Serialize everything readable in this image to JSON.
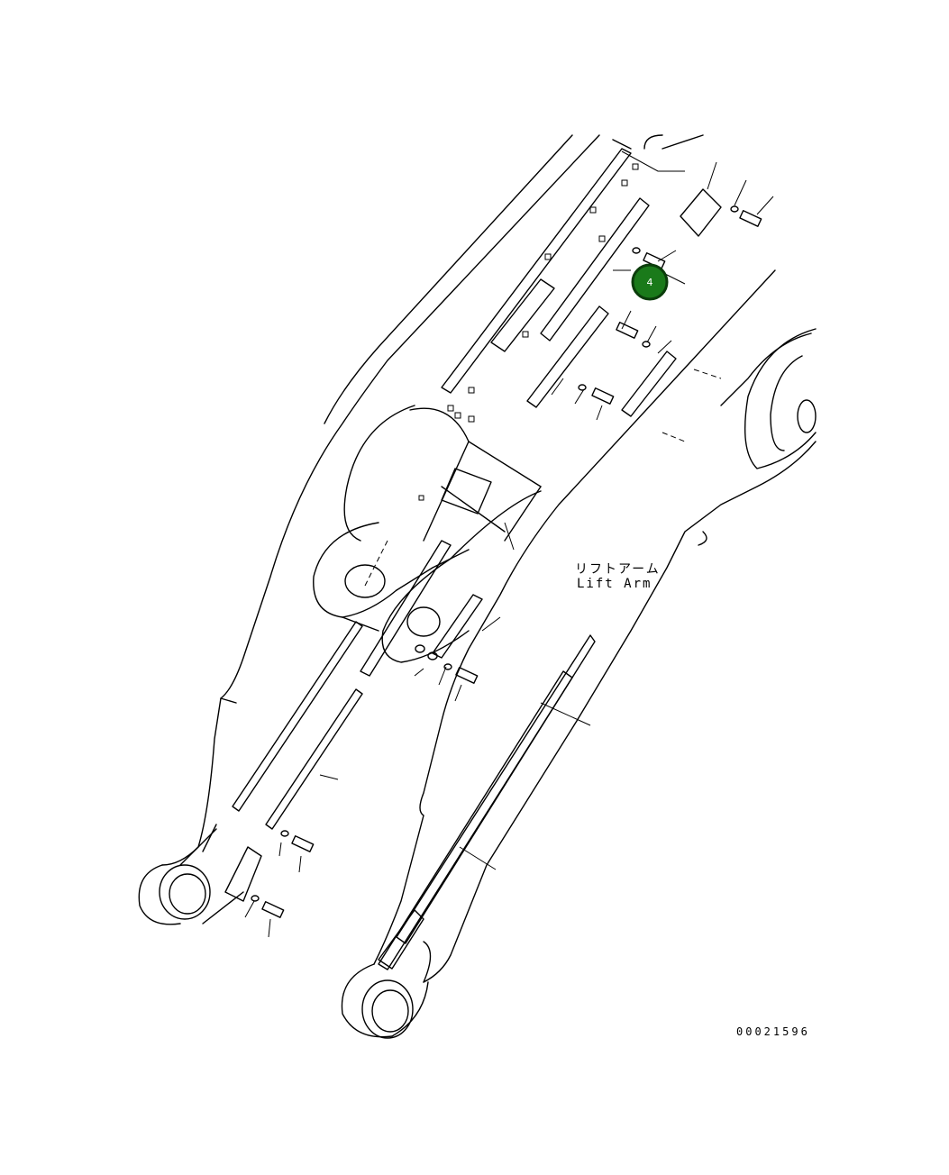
{
  "diagram": {
    "label_jp": "リフトアーム",
    "label_en": "Lift Arm",
    "drawing_code": "00021596",
    "callout": {
      "number": "4",
      "color": "#1a7a1a",
      "ring_color": "#0b3d0b"
    }
  }
}
